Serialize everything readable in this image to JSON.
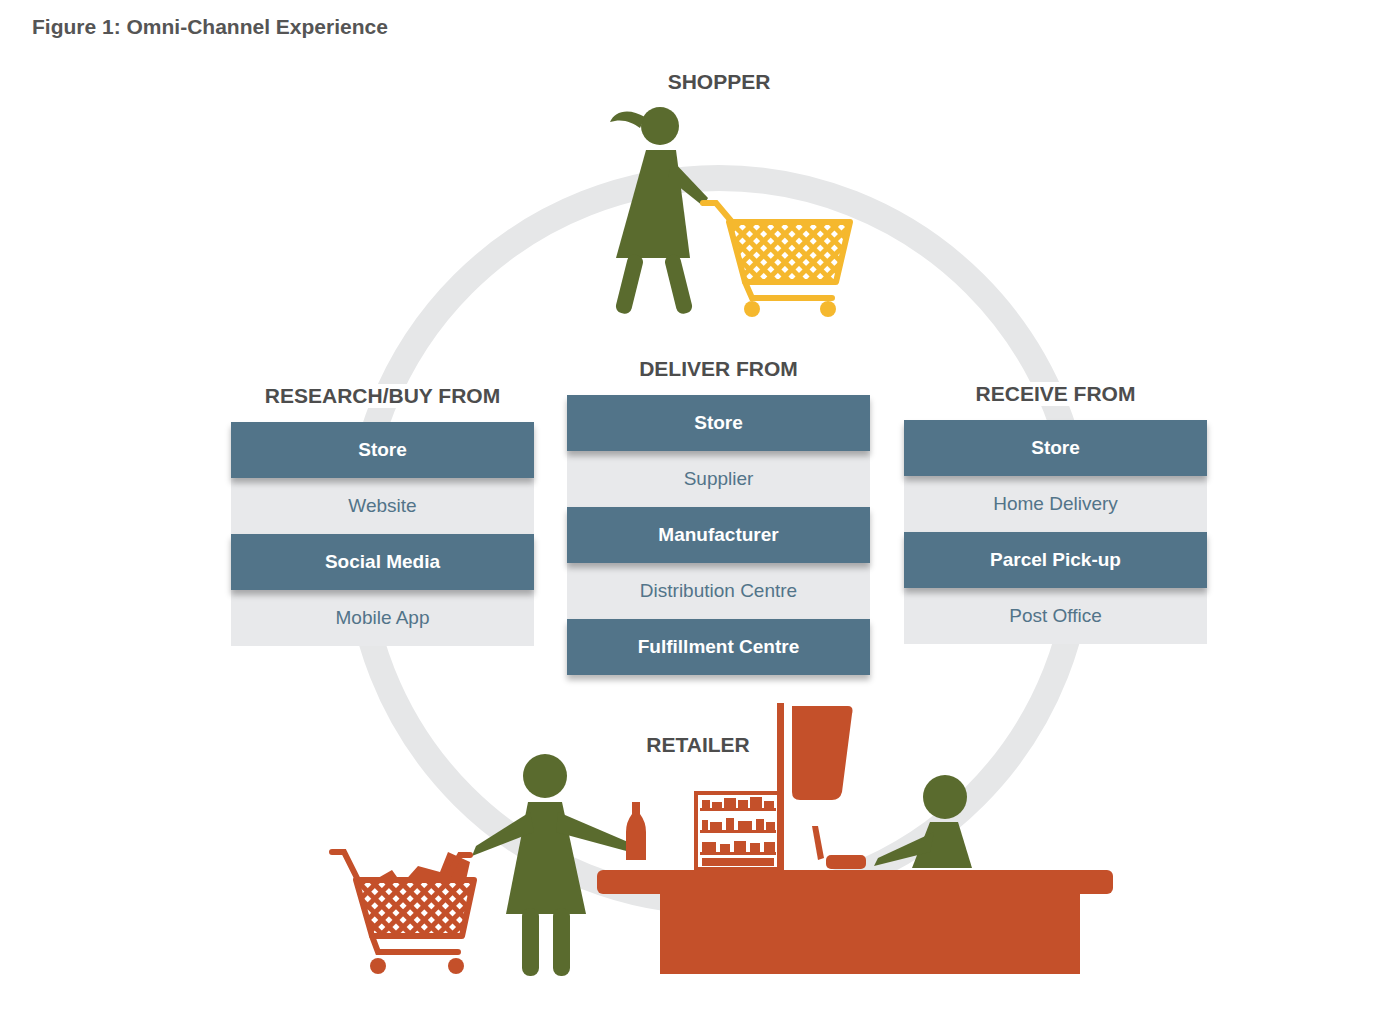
{
  "diagram": {
    "title": "Figure 1: Omni-Channel Experience",
    "nodes": [
      {
        "text": [
          "RESEARCH/BUY FROM"
        ]
      },
      {
        "text": [
          "Store"
        ],
        "in": 0
      },
      {
        "text": [
          "Website"
        ],
        "in": 0
      },
      {
        "text": [
          "Social Media"
        ],
        "in": 0
      },
      {
        "text": [
          "Mobile App"
        ],
        "in": 0
      },
      {
        "text": [
          "DELIVER FROM"
        ]
      },
      {
        "text": [
          "Store"
        ],
        "in": 5
      },
      {
        "text": [
          "Supplier"
        ],
        "in": 5
      },
      {
        "text": [
          "Manufacturer"
        ],
        "in": 5
      },
      {
        "text": [
          "Distribution Centre"
        ],
        "in": 5
      },
      {
        "text": [
          "Fulfillment Centre"
        ],
        "in": 5
      },
      {
        "text": [
          "RECEIVE FROM"
        ]
      },
      {
        "text": [
          "Store"
        ],
        "in": 11
      },
      {
        "text": [
          "Home Delivery"
        ],
        "in": 11
      },
      {
        "text": [
          "Parcel Pick-up"
        ],
        "in": 11
      },
      {
        "text": [
          "Post Office"
        ],
        "in": 11
      }
    ],
    "labels": [
      "SHOPPER",
      "RETAILER"
    ]
  }
}
